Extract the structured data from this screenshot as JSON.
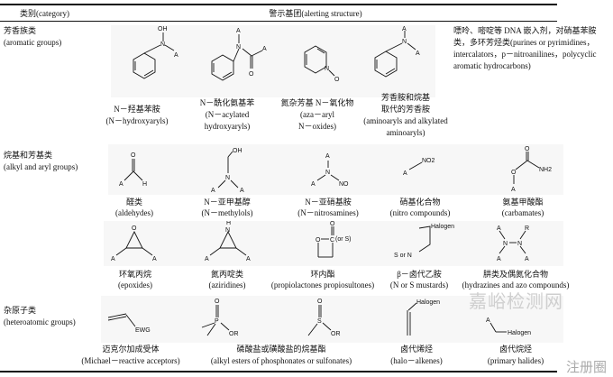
{
  "header": {
    "category": "类别(category)",
    "alerting": "警示基团(alerting structure)"
  },
  "sections": {
    "aromatic": {
      "zh": "芳香族类",
      "en": "(aromatic groups)",
      "note": "嘌呤、嘧啶等 DNA 嵌入剂，对硝基苯胺类，多环芳烃类(purines or pyrimidines，intercalators，p－nitroanilines，polycyclic aromatic hydrocarbons)",
      "items": [
        {
          "zh": "N－羟基苯胺",
          "en": "(N－hydroxyaryls)",
          "atoms": [
            "OH",
            "N",
            "A"
          ]
        },
        {
          "zh": "N－酰化氨基苯",
          "en": "(N－acylated",
          "en2": "hydroxyaryls)",
          "atoms": [
            "A",
            "N",
            "A",
            "O"
          ]
        },
        {
          "zh": "氮杂芳基 N－氧化物",
          "en": "(aza－aryl",
          "en2": "N－oxides)",
          "atoms": [
            "N",
            "O"
          ]
        },
        {
          "zh": "芳香胺和烷基",
          "zh2": "取代的芳香胺",
          "en": "(aminoaryls and alkylated",
          "en2": "aminoaryls)",
          "atoms": [
            "A",
            "N",
            "A"
          ]
        }
      ]
    },
    "alkyl": {
      "zh": "烷基和芳基类",
      "en": "(alkyl and aryl groups)",
      "items": [
        {
          "zh": "醛类",
          "en": "(aldehydes)",
          "atoms": [
            "O",
            "A",
            "H"
          ]
        },
        {
          "zh": "N－亚甲基醇",
          "en": "(N－methylols)",
          "atoms": [
            "OH",
            "N",
            "A",
            "A"
          ]
        },
        {
          "zh": "N－亚硝基胺",
          "en": "(N－nitrosamines)",
          "atoms": [
            "A",
            "N",
            "A",
            "NO"
          ]
        },
        {
          "zh": "硝基化合物",
          "en": "(nitro compounds)",
          "atoms": [
            "A",
            "NO2"
          ]
        },
        {
          "zh": "氨基甲酸酯",
          "en": "(carbamates)",
          "atoms": [
            "O",
            "O",
            "NH2",
            "A"
          ]
        },
        {
          "zh": "环氧丙烷",
          "en": "(epoxides)",
          "atoms": [
            "O",
            "A",
            "A"
          ]
        },
        {
          "zh": "氮丙啶类",
          "en": "(aziridines)",
          "atoms": [
            "H",
            "N",
            "A",
            "A"
          ]
        },
        {
          "zh": "环内酯",
          "en": "(propiolactones propiosultones)",
          "atoms": [
            "O",
            "O",
            "C",
            "(or S)"
          ]
        },
        {
          "zh": "β－卤代乙胺",
          "en": "(N or S mustards)",
          "atoms": [
            "Halogen",
            "S or N"
          ]
        },
        {
          "zh": "肼类及偶氮化合物",
          "en": "(hydrazines and azo compounds)",
          "atoms": [
            "A",
            "R",
            "N",
            "N",
            "A",
            "A"
          ]
        }
      ]
    },
    "hetero": {
      "zh": "杂原子类",
      "en": "(heteroatomic groups)",
      "items": [
        {
          "zh": "迈克尔加成受体",
          "en": "(Michael－reactive acceptors)",
          "atoms": [
            "EWG"
          ]
        },
        {
          "zh": "磷酸盐或磺酸盐的烷基酯",
          "en": "(alkyl esters of phosphonates or sulfonates)",
          "atoms": [
            "O",
            "P",
            "OR",
            "O",
            "S",
            "OR"
          ]
        },
        {
          "zh": "卤代烯烃",
          "en": "(halo－alkenes)",
          "atoms": [
            "Halogen"
          ]
        },
        {
          "zh": "卤代烷烃",
          "en": "(primary halides)",
          "atoms": [
            "A",
            "Halogen"
          ]
        }
      ]
    }
  },
  "watermark": {
    "text": "嘉峪检测网",
    "sub": "注册圈"
  }
}
